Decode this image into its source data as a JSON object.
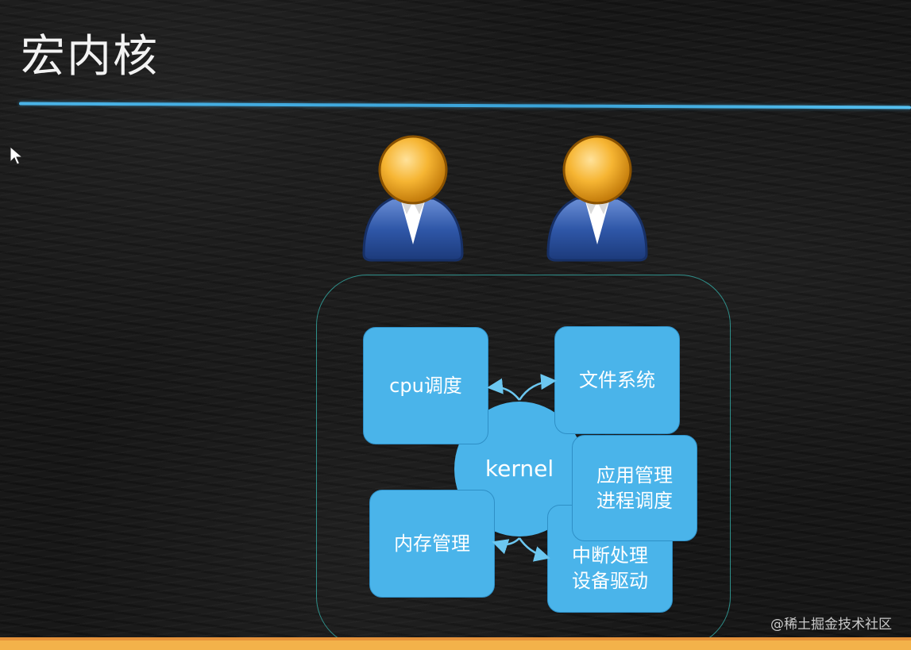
{
  "slide": {
    "title": "宏内核"
  },
  "diagram": {
    "kernel": "kernel",
    "modules": {
      "cpu": "cpu调度",
      "file": "文件系统",
      "memory": "内存管理",
      "app": [
        "应用管理",
        "进程调度"
      ],
      "interrupt": [
        "中断处理",
        "设备驱动"
      ]
    }
  },
  "footer": {
    "watermark": "@稀土掘金技术社区"
  },
  "colors": {
    "module_fill": "#4ab4ea",
    "frame_border": "#2f8f8a",
    "title_rule": "#4ab4e8",
    "user_head": "#f2a31b",
    "user_body": "#2f57a8"
  }
}
